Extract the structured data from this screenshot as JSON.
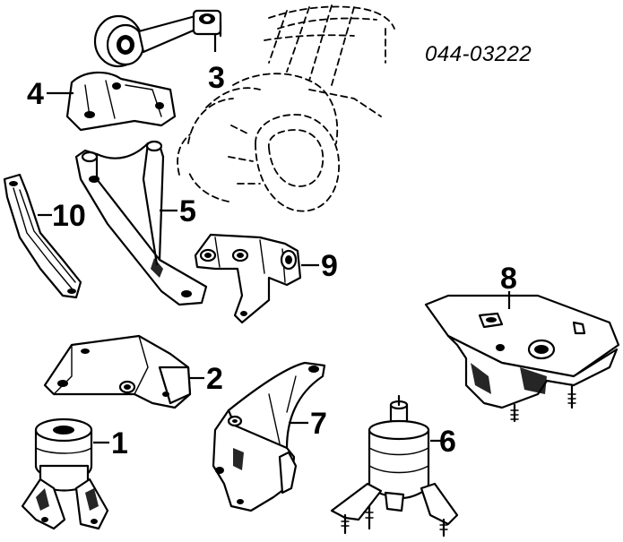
{
  "diagram_code": "044-03222",
  "parts": [
    {
      "id": "1",
      "label": "1",
      "icon": "engine-mount-rubber"
    },
    {
      "id": "2",
      "label": "2",
      "icon": "mount-bracket-lower"
    },
    {
      "id": "3",
      "label": "3",
      "icon": "torque-rod"
    },
    {
      "id": "4",
      "label": "4",
      "icon": "mount-bracket-upper"
    },
    {
      "id": "5",
      "label": "5",
      "icon": "triangular-bracket"
    },
    {
      "id": "6",
      "label": "6",
      "icon": "engine-mount-rubber-studs"
    },
    {
      "id": "7",
      "label": "7",
      "icon": "curved-mount-bracket"
    },
    {
      "id": "8",
      "label": "8",
      "icon": "transmission-mount"
    },
    {
      "id": "9",
      "label": "9",
      "icon": "mount-bracket-side"
    },
    {
      "id": "10",
      "label": "10",
      "icon": "strap-bracket"
    }
  ]
}
